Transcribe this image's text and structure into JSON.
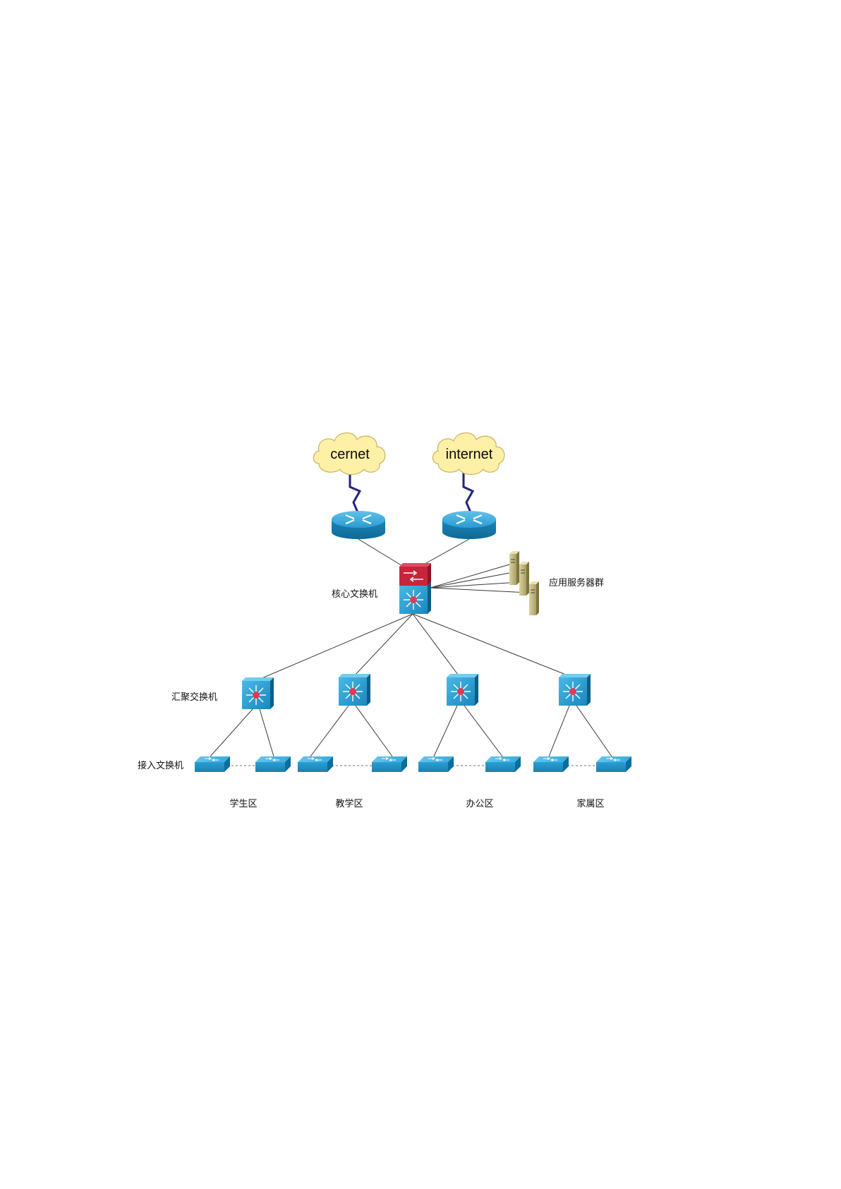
{
  "clouds": [
    {
      "id": "cernet",
      "label": "cernet"
    },
    {
      "id": "internet",
      "label": "internet"
    }
  ],
  "labels": {
    "core": "核心文换机",
    "servers": "应用服务器群",
    "aggregation": "汇聚交换机",
    "access": "接入文换机"
  },
  "zones": [
    "学生区",
    "教学区",
    "办公区",
    "家属区"
  ],
  "icons": {
    "cloud": "cloud-icon",
    "router": "router-icon",
    "core_switch": "core-switch-icon",
    "firewall": "firewall-icon",
    "server": "server-icon",
    "layer3_switch": "layer3-switch-icon",
    "access_switch": "access-switch-icon"
  },
  "colors": {
    "device_blue": "#1f95c9",
    "device_dark": "#0b5f86",
    "firewall_red": "#c6253b",
    "server_body": "#c3bc86",
    "cloud_fill": "#fff0a8",
    "wan_link": "#22237a"
  }
}
